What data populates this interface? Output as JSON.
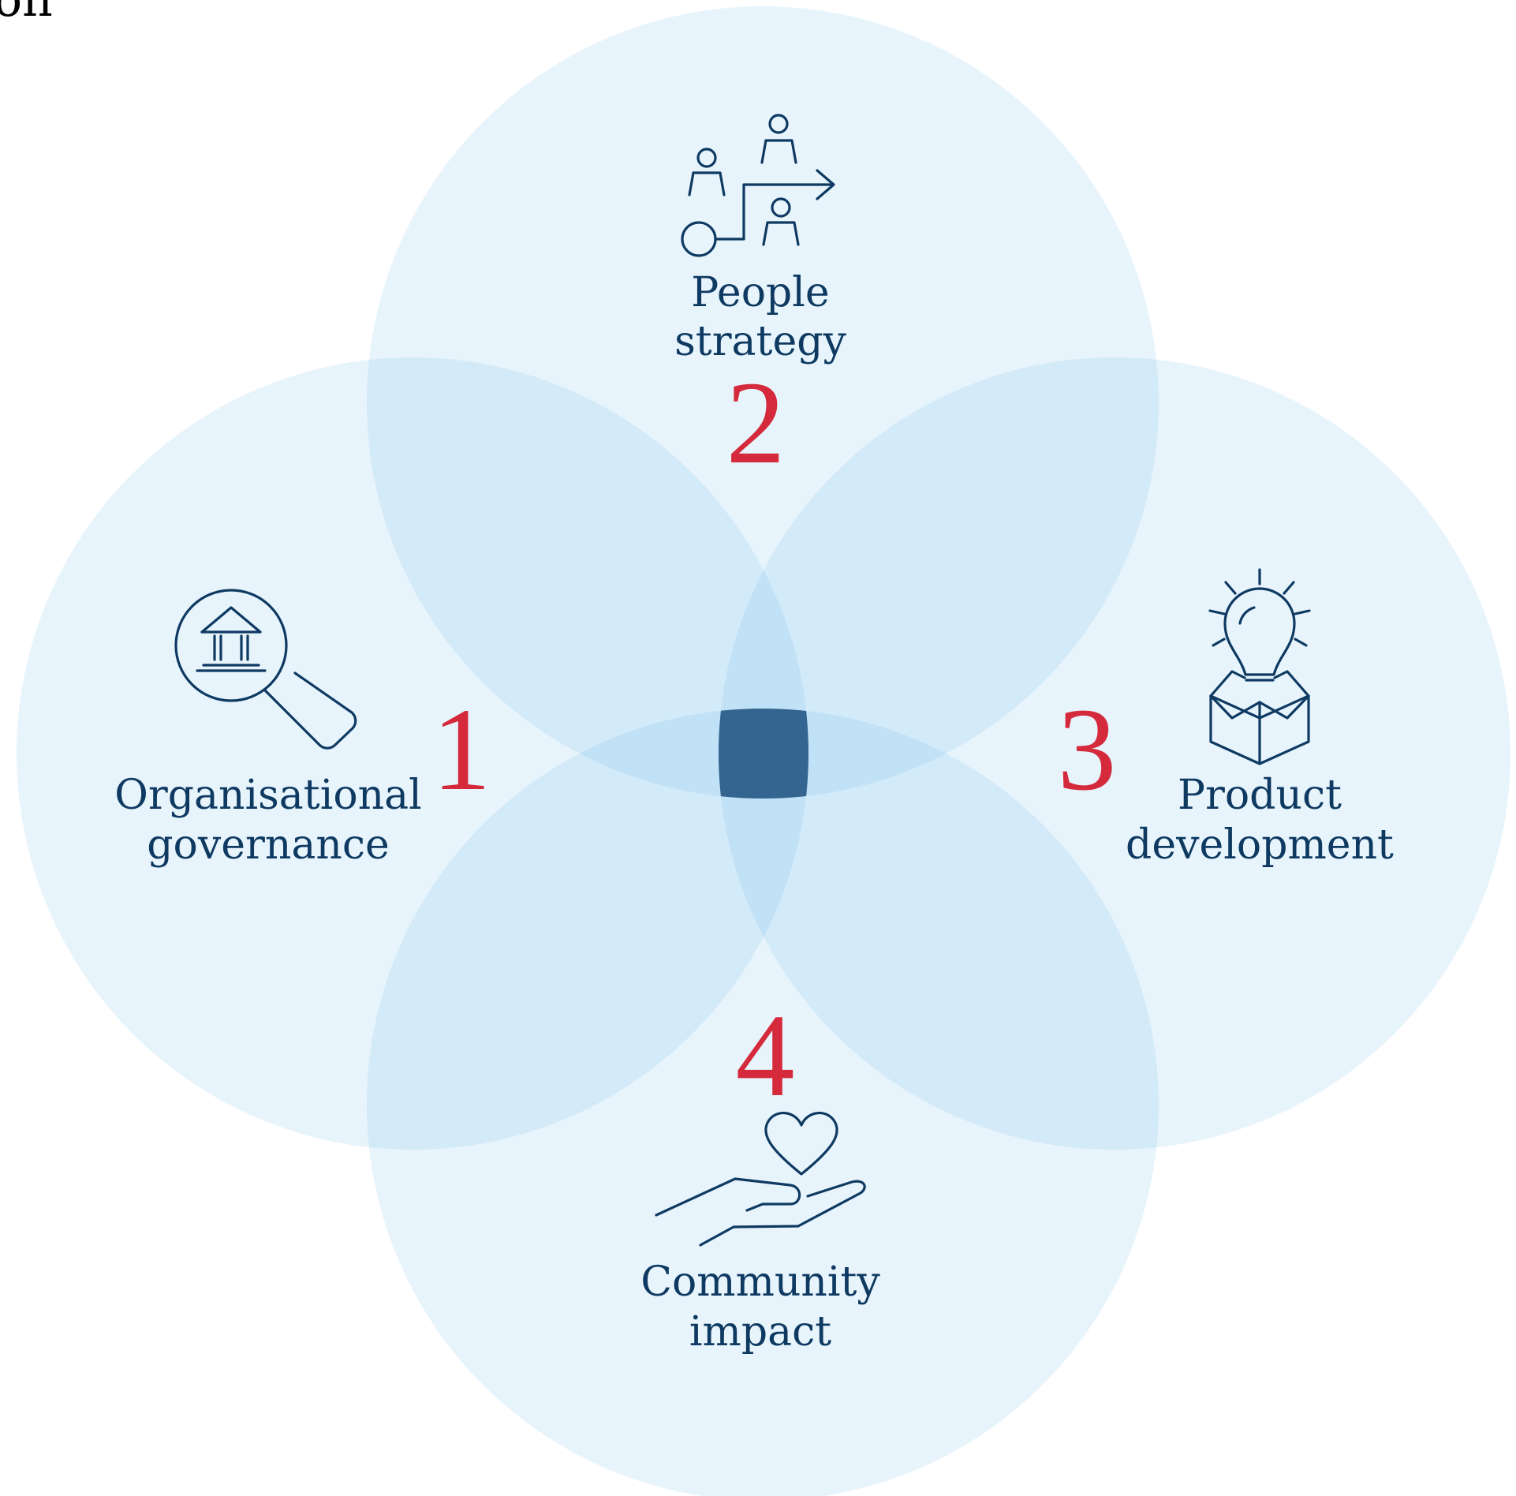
{
  "colors": {
    "circle": "#1D8FE0",
    "center": "#346490",
    "label": "#0E3A62",
    "number": "#D42A3C",
    "icon": "#0E3A62"
  },
  "corner_text": "on",
  "sections": [
    {
      "number": "1",
      "label_line1": "Organisational",
      "label_line2": "governance",
      "icon": "governance-magnifier-icon"
    },
    {
      "number": "2",
      "label_line1": "People",
      "label_line2": "strategy",
      "icon": "people-strategy-icon"
    },
    {
      "number": "3",
      "label_line1": "Product",
      "label_line2": "development",
      "icon": "lightbulb-box-icon"
    },
    {
      "number": "4",
      "label_line1": "Community",
      "label_line2": "impact",
      "icon": "heart-hand-icon"
    }
  ]
}
